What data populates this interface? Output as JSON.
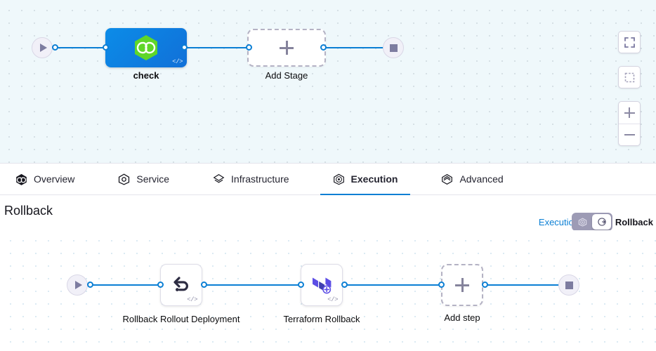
{
  "top_pipeline": {
    "start_node": {
      "icon": "play-icon"
    },
    "end_node": {
      "icon": "stop-icon"
    },
    "stage": {
      "label": "check",
      "icon": "harness-hexagon-icon",
      "badge": "</>"
    },
    "add_stage": {
      "label": "Add Stage",
      "icon": "plus-icon"
    }
  },
  "canvas_tools": {
    "fullscreen": "fullscreen-icon",
    "select": "selection-box-icon",
    "zoom_in": "plus-icon",
    "zoom_out": "minus-icon"
  },
  "tabs": [
    {
      "label": "Overview",
      "icon": "harness-hexagon-icon",
      "active": false
    },
    {
      "label": "Service",
      "icon": "service-hexagon-icon",
      "active": false
    },
    {
      "label": "Infrastructure",
      "icon": "infrastructure-layers-icon",
      "active": false
    },
    {
      "label": "Execution",
      "icon": "execution-icon",
      "active": true
    },
    {
      "label": "Advanced",
      "icon": "advanced-layers-icon",
      "active": false
    }
  ],
  "rollback_section": {
    "title": "Rollback",
    "toggle": {
      "left_label": "Execution",
      "right_label": "Rollback",
      "left_icon": "execution-icon",
      "right_icon": "rollback-arrow-icon",
      "selected": "Rollback"
    },
    "start_node": {
      "icon": "play-icon"
    },
    "end_node": {
      "icon": "stop-icon"
    },
    "steps": [
      {
        "label": "Rollback Rollout Deployment",
        "icon": "rollback-arrow-icon",
        "badge": "</>"
      },
      {
        "label": "Terraform Rollback",
        "icon": "terraform-icon",
        "badge": "</>"
      }
    ],
    "add_step": {
      "label": "Add step",
      "icon": "plus-icon"
    }
  }
}
